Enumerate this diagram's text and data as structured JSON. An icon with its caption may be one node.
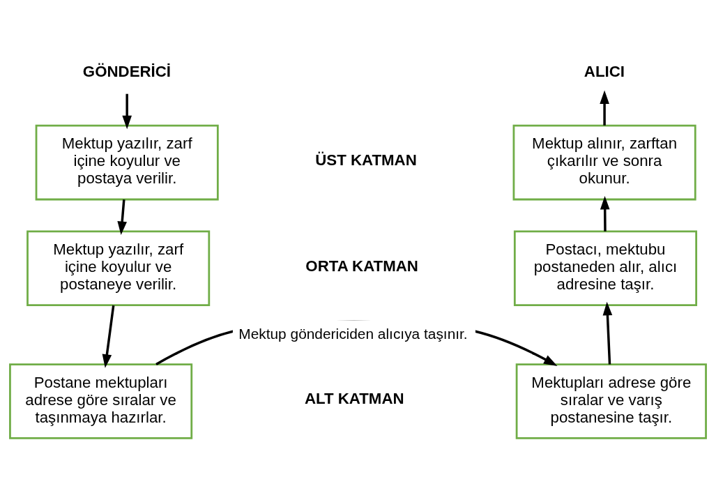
{
  "diagram": {
    "nodes": [
      {
        "text": [
          "GÖNDERİCİ"
        ]
      },
      {
        "text": [
          "ALICI"
        ]
      },
      {
        "text": [
          "Mektup yazılır, zarf içine koyulur ve postaya verilir."
        ]
      },
      {
        "text": [
          "Mektup alınır, zarftan çıkarılır ve sonra okunur."
        ]
      },
      {
        "text": [
          "Mektup yazılır, zarf içine koyulur ve postaneye verilir."
        ]
      },
      {
        "text": [
          "Postacı, mektubu postaneden alır, alıcı adresine taşır."
        ]
      },
      {
        "text": [
          "Postane mektupları adrese göre sıralar ve taşınmaya hazırlar."
        ]
      },
      {
        "text": [
          "Mektupları adrese göre sıralar ve varış postanesine taşır."
        ]
      }
    ],
    "edges": [
      {
        "from": 0,
        "to": 2,
        "arrow": "to"
      },
      {
        "from": 2,
        "to": 4,
        "arrow": "to"
      },
      {
        "from": 4,
        "to": 6,
        "arrow": "to"
      },
      {
        "from": 6,
        "to": 7,
        "arrow": "to",
        "label": "Mektup göndericiden alıcıya taşınır."
      },
      {
        "from": 7,
        "to": 5,
        "arrow": "to"
      },
      {
        "from": 5,
        "to": 3,
        "arrow": "to"
      },
      {
        "from": 3,
        "to": 1,
        "arrow": "to"
      }
    ],
    "labels": [
      "ÜST KATMAN",
      "ORTA KATMAN",
      "ALT KATMAN"
    ]
  }
}
